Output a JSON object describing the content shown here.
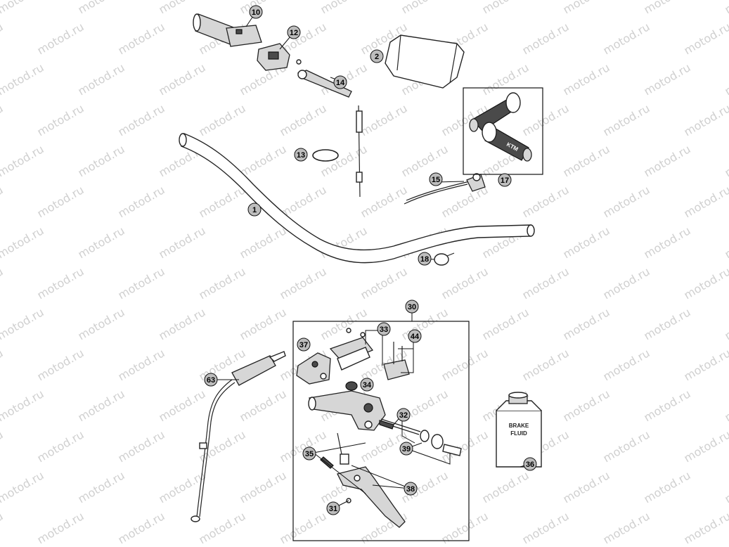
{
  "watermark": {
    "text": "motod.ru"
  },
  "callouts": {
    "c1": {
      "label": "1"
    },
    "c2": {
      "label": "2"
    },
    "c10": {
      "label": "10"
    },
    "c12": {
      "label": "12"
    },
    "c13": {
      "label": "13"
    },
    "c14": {
      "label": "14"
    },
    "c15": {
      "label": "15"
    },
    "c17": {
      "label": "17"
    },
    "c18": {
      "label": "18"
    },
    "c30": {
      "label": "30"
    },
    "c31": {
      "label": "31"
    },
    "c32": {
      "label": "32"
    },
    "c33": {
      "label": "33"
    },
    "c34": {
      "label": "34"
    },
    "c35": {
      "label": "35"
    },
    "c36": {
      "label": "36"
    },
    "c37": {
      "label": "37"
    },
    "c38": {
      "label": "38"
    },
    "c39": {
      "label": "39"
    },
    "c44": {
      "label": "44"
    },
    "c63": {
      "label": "63"
    }
  },
  "brake_fluid": {
    "line1": "BRAKE",
    "line2": "FLUID"
  },
  "grip_logo": {
    "text": "KTM"
  },
  "colors": {
    "callout_fill": "#bdbdbd",
    "line": "#111111",
    "watermark": "#d0d0d0"
  }
}
